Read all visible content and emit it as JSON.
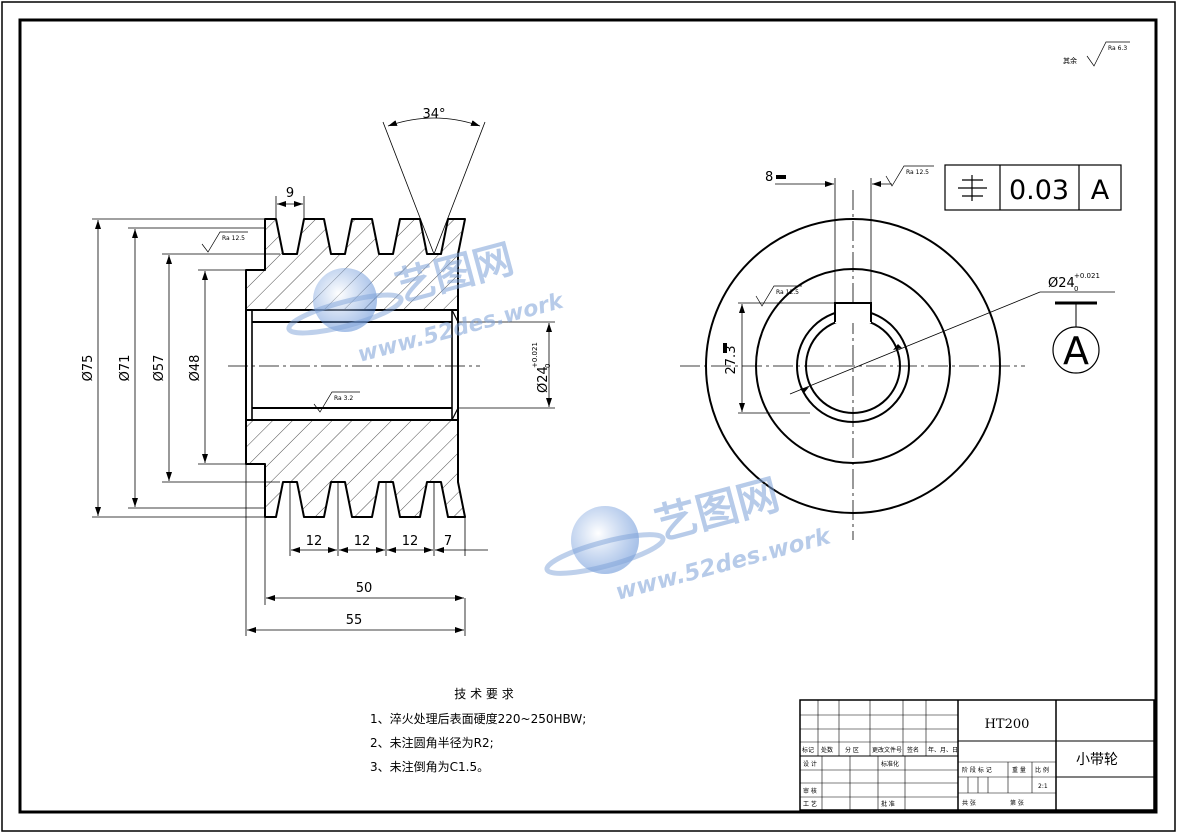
{
  "roughness": {
    "others_prefix": "其余",
    "others_value": "Ra 6.3",
    "groove": "Ra 12.5",
    "bore": "Ra 3.2",
    "keyway_side": "Ra 12.5",
    "keyway_top": "Ra 12.5"
  },
  "dimensions": {
    "groove_angle": "34°",
    "groove_pitch_top": "9",
    "d75": "Ø75",
    "d71": "Ø71",
    "d57": "Ø57",
    "d48": "Ø48",
    "bore_base": "Ø24",
    "bore_upper": "+0.021",
    "bore_lower": "0",
    "bottom_12a": "12",
    "bottom_12b": "12",
    "bottom_12c": "12",
    "bottom_7": "7",
    "width_50": "50",
    "width_55": "55",
    "key_width": "8",
    "key_depth": "27.3",
    "right_bore_base": "Ø24",
    "right_bore_upper": "+0.021",
    "right_bore_lower": "0"
  },
  "tolerance_frame": {
    "value": "0.03",
    "datum": "A"
  },
  "datum_label": "A",
  "notes": {
    "title": "技 术 要 求",
    "items": [
      "1、淬火处理后表面硬度220~250HBW;",
      "2、未注圆角半径为R2;",
      "3、未注倒角为C1.5。"
    ]
  },
  "title_block": {
    "material": "HT200",
    "part_name": "小带轮",
    "header_cells": [
      "标记",
      "处数",
      "分 区",
      "更改文件号",
      "签名",
      "年、月、日"
    ],
    "row_labels": [
      "设 计",
      "审 核",
      "工 艺"
    ],
    "standard_label": "标准化",
    "approve_label": "批 准",
    "stage_labels": [
      "阶 段 标 记",
      "重 量",
      "比 例"
    ],
    "scale": "2:1",
    "sheet_labels": [
      "共 张",
      "第 张"
    ]
  },
  "watermark": {
    "brand": "艺图网",
    "url": "www.52des.work"
  }
}
